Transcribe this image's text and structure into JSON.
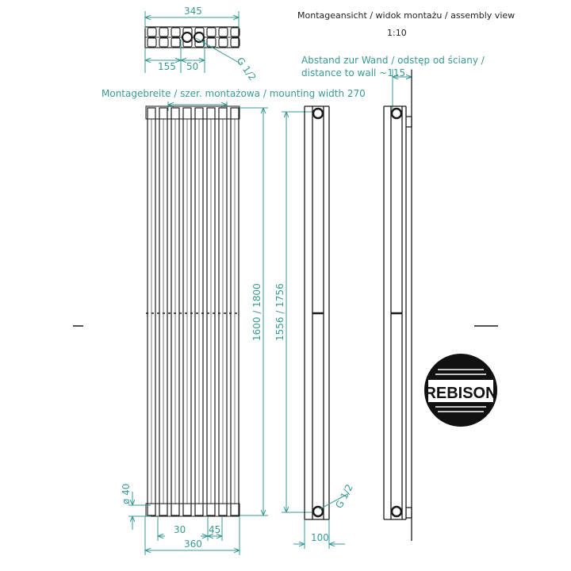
{
  "title": {
    "line1": "Montageansicht / widok montażu / assembly view",
    "scale": "1:10"
  },
  "dims": {
    "top_width": "345",
    "top_left": "155",
    "top_mid": "50",
    "thread_top": "G 1/2",
    "mounting_width": "Montagebreite / szer. montażowa / mounting width 270",
    "wall_line1": "Abstand zur Wand / odstęp od ściany /",
    "wall_line2": "distance to wall ~115",
    "height_total": "1600 / 1800",
    "height_inner": "1556 / 1756",
    "diameter": "ø 40",
    "gap": "30",
    "pitch": "45",
    "bottom_width": "360",
    "depth": "100",
    "thread_side": "G 1/2"
  },
  "logo": {
    "text": "REBISON"
  },
  "colors": {
    "dimension": "#3a9a93",
    "line": "#1a1a1a"
  }
}
